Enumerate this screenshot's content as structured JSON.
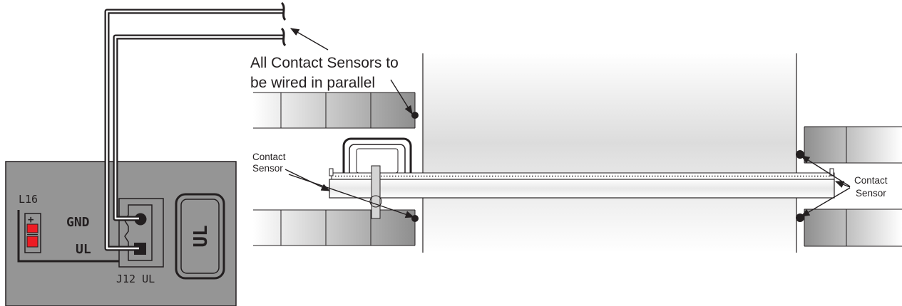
{
  "board": {
    "led_ref": "L16",
    "led_plus": "+",
    "gnd_label": "GND",
    "ul_label": "UL",
    "connector_label": "J12 UL",
    "button_label": "UL"
  },
  "annotations": {
    "parallel_line1": "All Contact Sensors to",
    "parallel_line2": "be wired in parallel",
    "sensor_left_line1": "Contact",
    "sensor_left_line2": "Sensor",
    "sensor_right_line1": "Contact",
    "sensor_right_line2": "Sensor"
  },
  "colors": {
    "board_fill": "#959595",
    "led_red": "#ed1c24",
    "wire": "#231f20",
    "brick_dark": "#8c8c8c"
  }
}
